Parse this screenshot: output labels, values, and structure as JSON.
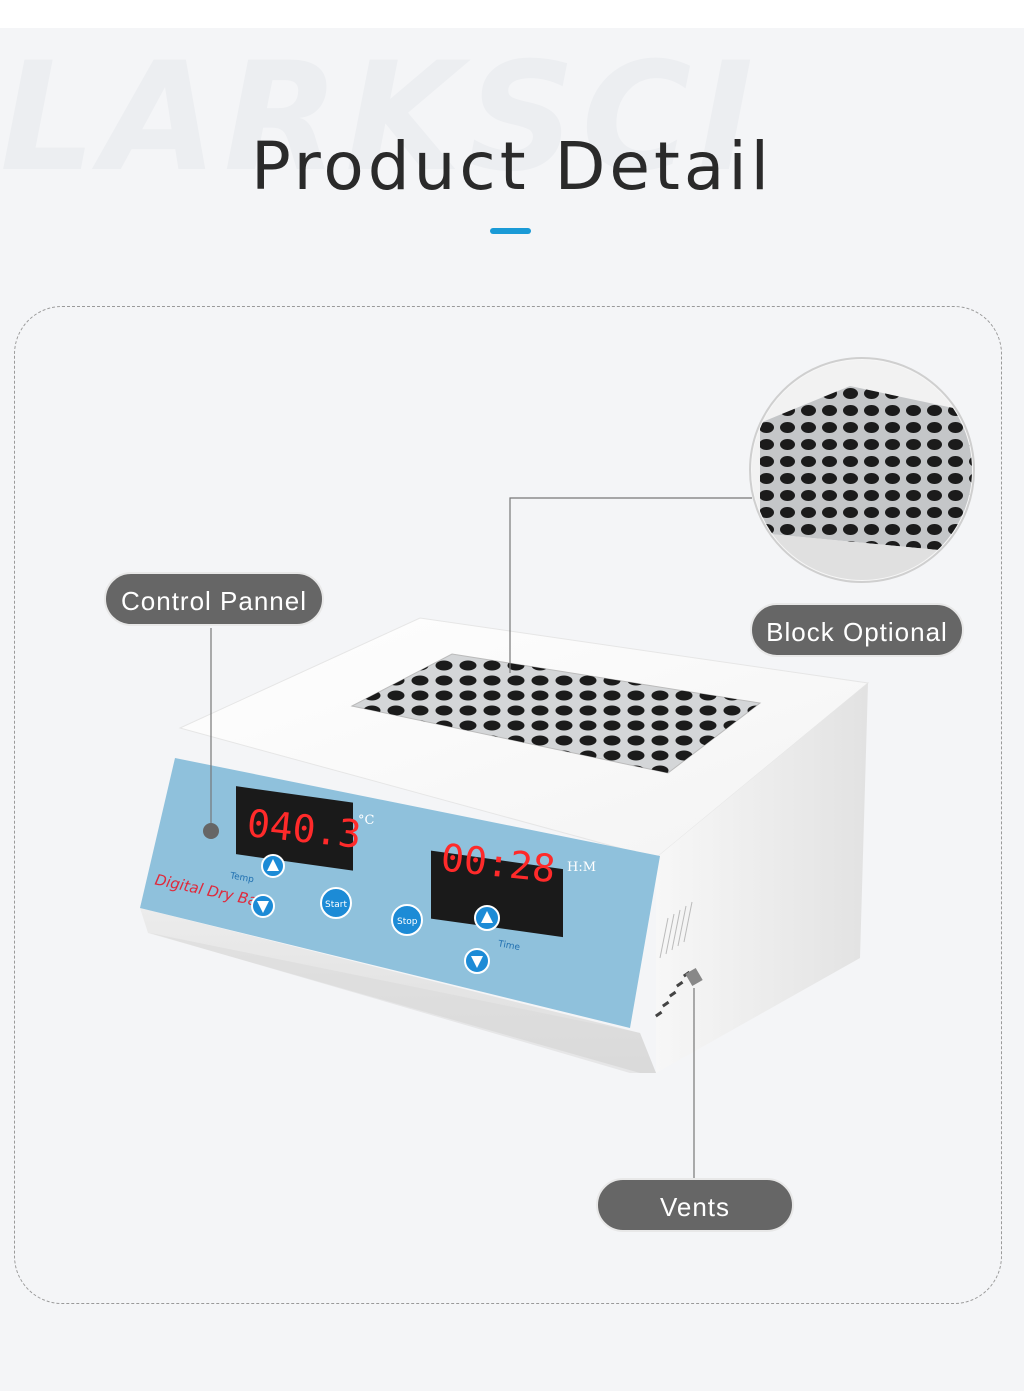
{
  "header": {
    "watermark": "LARKSCI",
    "title": "Product Detail"
  },
  "callouts": {
    "control_panel": "Control Pannel",
    "block_optional": "Block Optional",
    "vents": "Vents"
  },
  "device": {
    "temp_display": "040.3",
    "temp_unit": "°C",
    "time_display": "00:28",
    "time_unit": "H:M",
    "brand_text": "Digital Dry Bath",
    "temp_label": "Temp",
    "time_label": "Time",
    "start_label": "Start",
    "stop_label": "Stop"
  },
  "colors": {
    "accent": "#1a9ad6",
    "panel": "#8fc1dc",
    "display_red": "#ff2a2a",
    "label_bg": "#666666"
  }
}
